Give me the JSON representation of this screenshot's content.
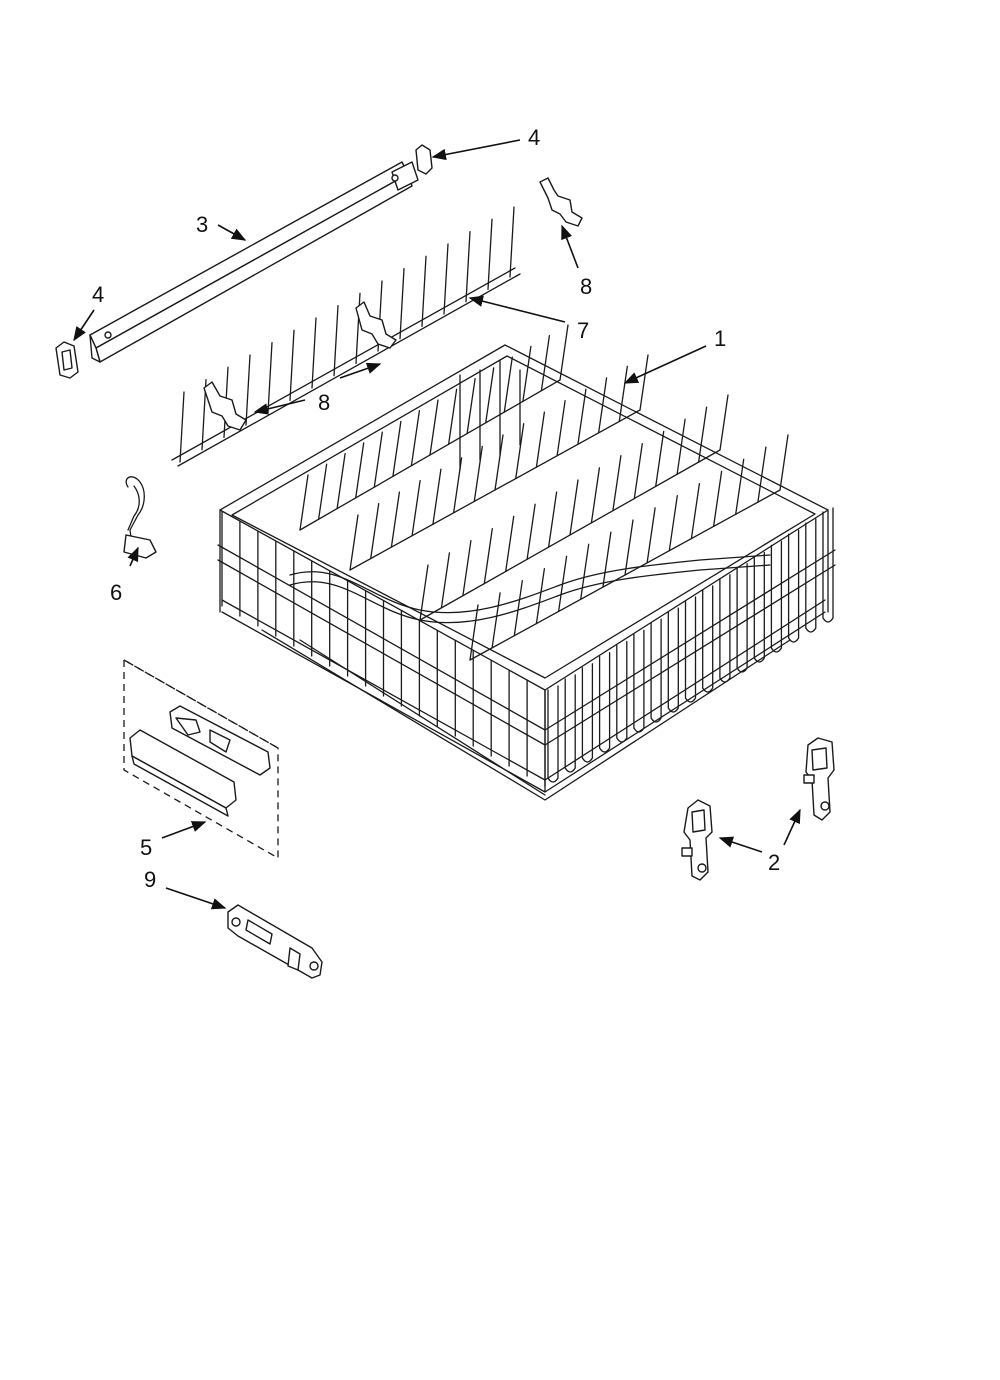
{
  "callouts": {
    "c1": "1",
    "c2": "2",
    "c3": "3",
    "c4_top": "4",
    "c4_left": "4",
    "c5": "5",
    "c6": "6",
    "c7": "7",
    "c8_top": "8",
    "c8_mid": "8",
    "c9": "9"
  },
  "colors": {
    "line": "#1a1a1a",
    "background": "#ffffff"
  }
}
